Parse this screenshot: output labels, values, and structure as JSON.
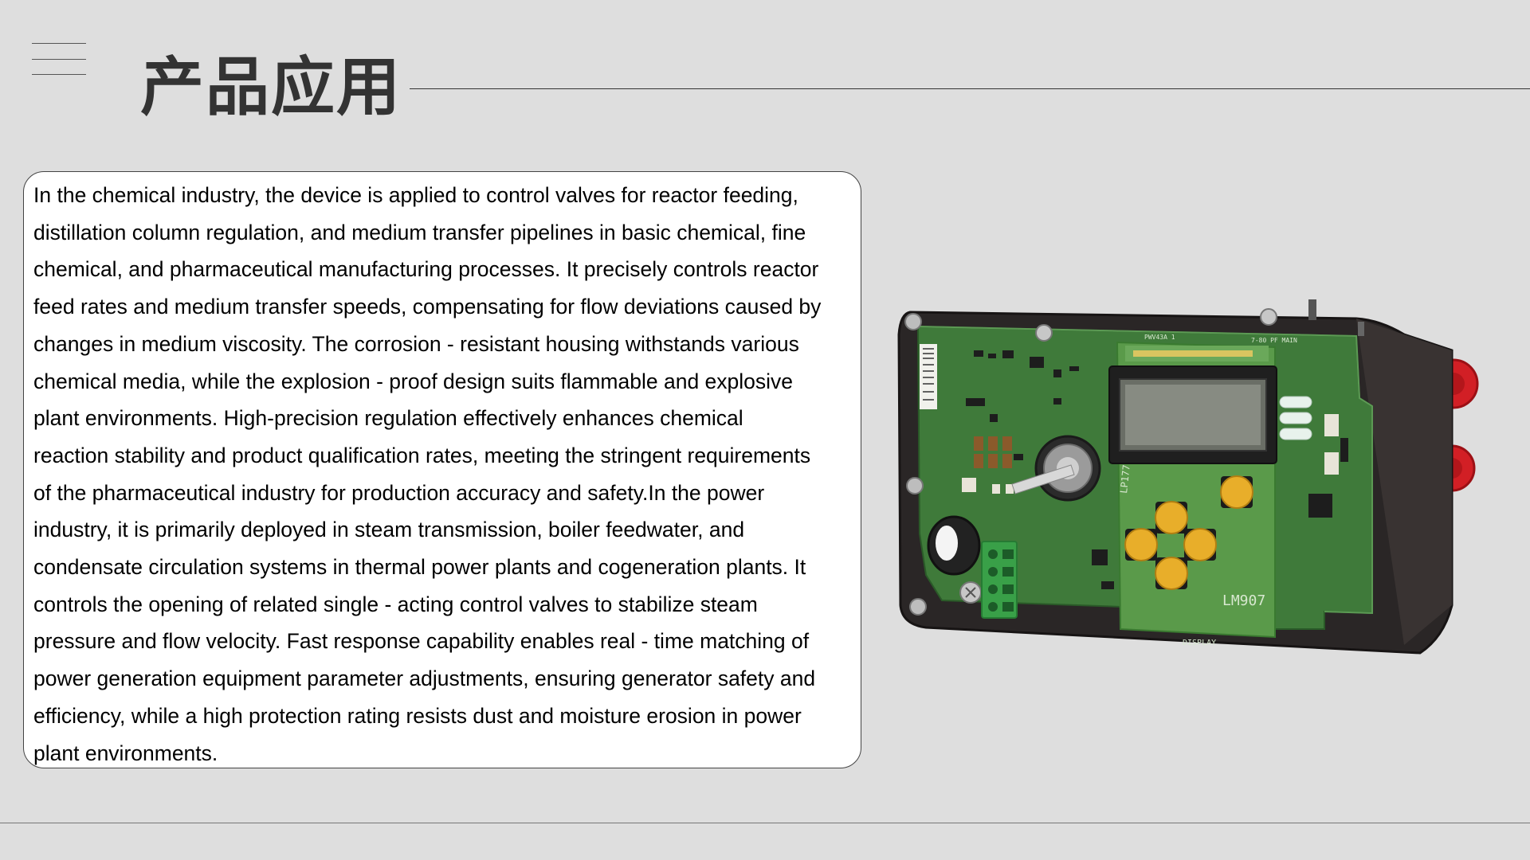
{
  "header": {
    "title": "产品应用",
    "menu_icon": "menu-lines-icon"
  },
  "content": {
    "lines": [
      "In the chemical industry, the device is applied to control valves for reactor feeding,",
      "distillation column regulation, and medium transfer pipelines in basic chemical, fine",
      " chemical, and pharmaceutical manufacturing processes. It precisely controls reactor",
      " feed rates and medium transfer speeds, compensating for flow deviations caused by",
      " changes in medium viscosity. The corrosion - resistant housing withstands various",
      "chemical media, while the explosion - proof design suits flammable and explosive",
      "plant environments. High-precision regulation effectively enhances chemical",
      "reaction stability and product qualification rates, meeting the stringent requirements",
      " of the pharmaceutical industry for production accuracy and safety.In the power",
      "industry, it is primarily deployed in steam transmission, boiler feedwater, and",
      "condensate circulation systems in thermal power plants and cogeneration plants. It",
      "controls the opening of related single - acting control valves to stabilize steam",
      "pressure and flow velocity. Fast response capability enables real - time matching of",
      "power generation equipment parameter adjustments, ensuring generator safety and",
      " efficiency, while a high protection rating resists dust and moisture erosion in power",
      "plant environments."
    ]
  },
  "product": {
    "pcb_labels": {
      "top_left": "PWV43A 1",
      "top_right": "7-80 PF MAIN",
      "board": "LP177",
      "module": "LM907",
      "display": "DISPLAY"
    }
  }
}
